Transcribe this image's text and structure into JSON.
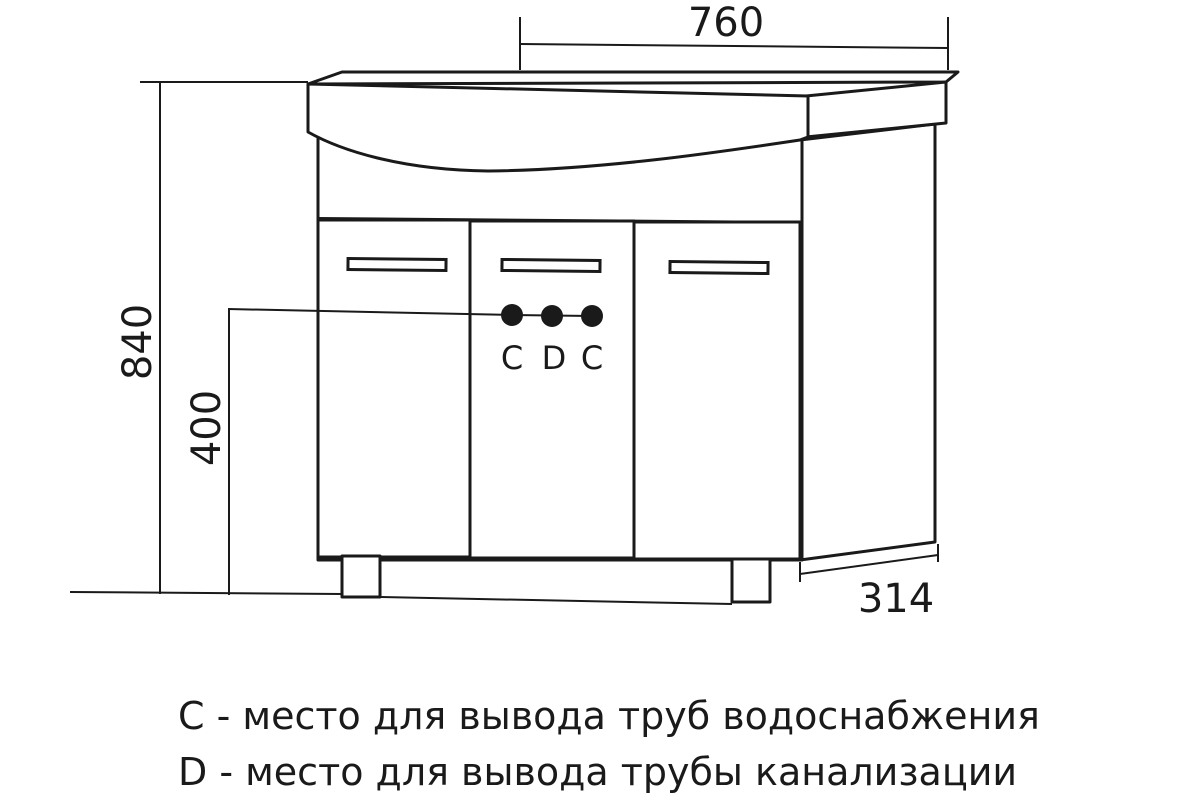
{
  "dimensions": {
    "width": "760",
    "height": "840",
    "outlet_height": "400",
    "depth": "314"
  },
  "ports": [
    {
      "letter": "C"
    },
    {
      "letter": "D"
    },
    {
      "letter": "C"
    }
  ],
  "legend": [
    {
      "key": "C",
      "separator": " - ",
      "text": "место для вывода труб водоснабжения"
    },
    {
      "key": "D",
      "separator": " - ",
      "text": "место для вывода трубы канализации"
    }
  ]
}
